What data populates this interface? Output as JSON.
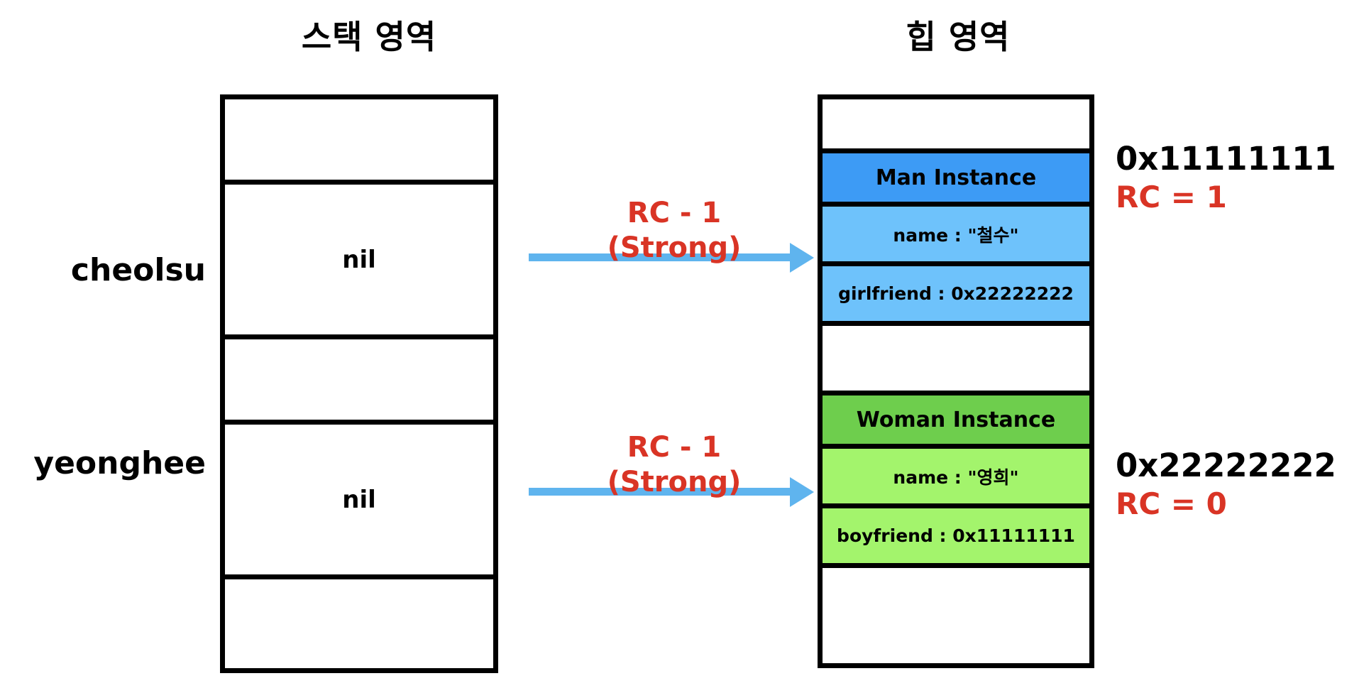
{
  "diagram": {
    "stack": {
      "title": "스택 영역",
      "cells": [
        {
          "label": "",
          "value": "",
          "kind": "empty"
        },
        {
          "label": "cheolsu",
          "value": "nil",
          "kind": "variable"
        },
        {
          "label": "",
          "value": "",
          "kind": "empty"
        },
        {
          "label": "yeonghee",
          "value": "nil",
          "kind": "variable"
        },
        {
          "label": "",
          "value": "",
          "kind": "empty"
        }
      ],
      "variable_labels": {
        "first": "cheolsu",
        "second": "yeonghee"
      },
      "values": {
        "first": "nil",
        "second": "nil"
      }
    },
    "heap": {
      "title": "힙 영역",
      "blocks": [
        {
          "header": "Man Instance",
          "fields": [
            "name : \"철수\"",
            "girlfriend : 0x22222222"
          ],
          "address": "0x11111111",
          "rc": "RC = 1",
          "header_color": "#3d9bf5",
          "field_color": "#6ec2fb"
        },
        {
          "header": "Woman Instance",
          "fields": [
            "name : \"영희\"",
            "boyfriend : 0x11111111"
          ],
          "address": "0x22222222",
          "rc": "RC = 0",
          "header_color": "#6ece4d",
          "field_color": "#a3f46c"
        }
      ]
    },
    "arrows": [
      {
        "line1": "RC - 1",
        "line2": "(Strong)"
      },
      {
        "line1": "RC - 1",
        "line2": "(Strong)"
      }
    ],
    "colors": {
      "accent_red": "#d93425",
      "arrow_blue": "#5fb4ee",
      "outline_black": "#000000",
      "background": "#ffffff",
      "man_header_blue": "#3d9bf5",
      "man_field_blue": "#6ec2fb",
      "woman_header_green": "#6ece4d",
      "woman_field_green": "#a3f46c"
    }
  }
}
